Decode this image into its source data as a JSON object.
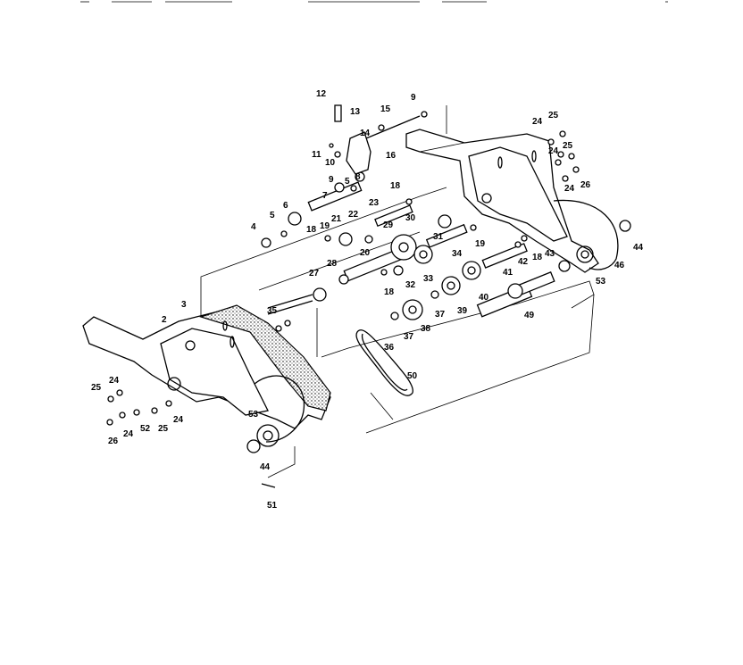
{
  "diagram": {
    "callouts": [
      "2",
      "3",
      "4",
      "5",
      "6",
      "7",
      "8",
      "9",
      "10",
      "11",
      "12",
      "13",
      "14",
      "15",
      "16",
      "18",
      "19",
      "20",
      "21",
      "22",
      "23",
      "24",
      "25",
      "26",
      "27",
      "28",
      "29",
      "30",
      "31",
      "32",
      "33",
      "34",
      "35",
      "36",
      "37",
      "38",
      "39",
      "40",
      "41",
      "42",
      "43",
      "44",
      "46",
      "49",
      "50",
      "51",
      "52",
      "53"
    ]
  }
}
